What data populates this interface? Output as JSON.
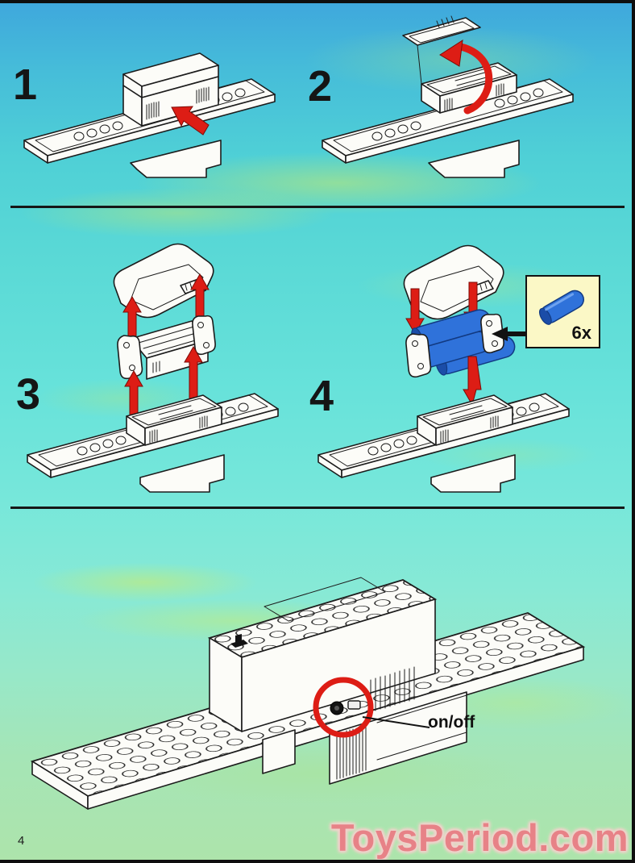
{
  "page": {
    "number": "4"
  },
  "steps": [
    {
      "label": "1"
    },
    {
      "label": "2"
    },
    {
      "label": "3"
    },
    {
      "label": "4"
    }
  ],
  "callout": {
    "count_label": "6x"
  },
  "bottom_figure": {
    "switch_label": "on/off"
  },
  "watermark": {
    "text": "ToysPeriod.com"
  },
  "colors": {
    "background_top": "#3fa8dc",
    "background_middle": "#63e0d8",
    "background_bottom": "#ade4ab",
    "streak_green": "#c3e878",
    "arrow_red": "#dd1d15",
    "battery_blue": "#2f72da",
    "callout_background": "#fbf8c6",
    "outline_black": "#1c1c1c",
    "watermark_pink": "#ec7b85"
  }
}
